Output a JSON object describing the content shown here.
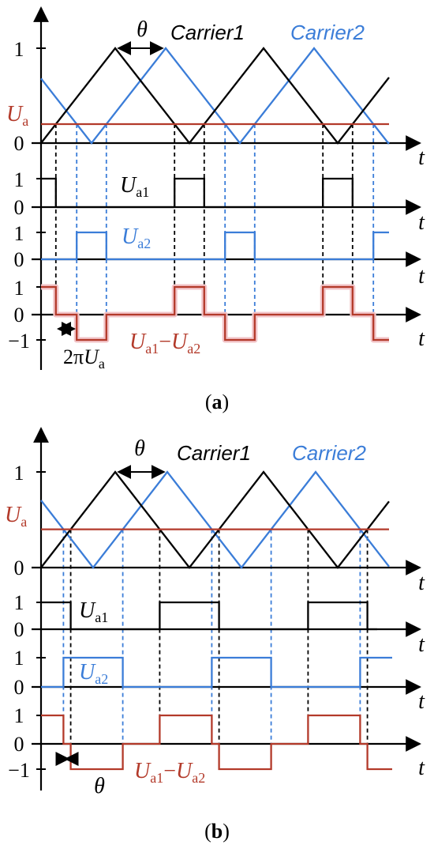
{
  "colors": {
    "axis": "#000000",
    "carrier1": "#000000",
    "carrier2": "#3b7dd8",
    "reference": "#b33a2a",
    "ua1": "#000000",
    "ua2": "#3b7dd8",
    "diff": "#b33a2a",
    "diff_glow": "#f2c4c8"
  },
  "symbols": {
    "theta": "θ",
    "time": "t",
    "carrier1": "Carrier1",
    "carrier2": "Carrier2",
    "ua": "U",
    "ua_sub": "a",
    "ua1_main": "U",
    "ua1_sub": "a1",
    "ua2_main": "U",
    "ua2_sub": "a2",
    "diff_u1": "U",
    "diff_s1": "a1",
    "diff_minus": "−",
    "diff_u2": "U",
    "diff_s2": "a2"
  },
  "ticks": {
    "one": "1",
    "zero": "0",
    "minus_one": "−1"
  },
  "panel_a": {
    "caption_open": "(",
    "caption_letter": "a",
    "caption_close": ")",
    "width_label_prefix": "2π",
    "width_label_u": "U",
    "width_label_sub": "a",
    "reference_level": 0.2,
    "phase_shift": "π·(1−Ua)"
  },
  "panel_b": {
    "caption_open": "(",
    "caption_letter": "b",
    "caption_close": ")",
    "width_label": "θ",
    "reference_level": 0.4,
    "phase_shift": "0.7π"
  }
}
